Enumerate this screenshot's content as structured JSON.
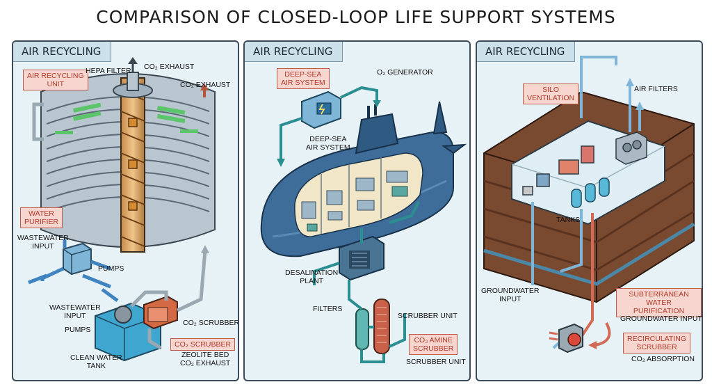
{
  "title": "COMPARISON OF CLOSED-LOOP LIFE SUPPORT SYSTEMS",
  "panels": [
    {
      "tab": "AIR RECYCLING",
      "labels": {
        "air_recycling_unit": "AIR RECYCLING\nUNIT",
        "hepa_filter": "HEPA FILTER",
        "co2_exhaust_top": "CO₂ EXHAUST",
        "co2_exhaust_right": "CO₂ EXHAUST",
        "water_purifier": "WATER\nPURIFIER",
        "wastewater_input_top": "WASTEWATER\nINPUT",
        "pumps_mid": "PUMPS",
        "wastewater_input_bottom": "WASTEWATER\nINPUT",
        "pumps_bottom": "PUMPS",
        "co2_scrubber_plain": "CO₂ SCRUBBER",
        "co2_scrubber_box": "CO₂ SCRUBBER",
        "clean_water_tank": "CLEAN WATER\nTANK",
        "zeolite_bed": "ZEOLITE BED\nCO₂ EXHAUST"
      }
    },
    {
      "tab": "AIR RECYCLING",
      "labels": {
        "deep_sea_box": "DEEP-SEA\nAIR SYSTEM",
        "o2_generator": "O₂ GENERATOR",
        "deep_sea_plain": "DEEP-SEA\nAIR SYSTEM",
        "desalination_plant": "DESALINATION\nPLANT",
        "filters": "FILTERS",
        "scrubber_unit_top": "SCRUBBER UNIT",
        "co2_amine_scrubber": "CO₂ AMINE\nSCRUBBER",
        "scrubber_unit_bottom": "SCRUBBER UNIT"
      }
    },
    {
      "tab": "AIR RECYCLING",
      "labels": {
        "silo_ventilation": "SILO\nVENTILATION",
        "air_filters": "AIR FILTERS",
        "tanks": "TANKS",
        "groundwater_input_left": "GROUNDWATER\nINPUT",
        "subterranean": "SUBTERRANEAN\nWATER PURIFICATION",
        "groundwater_input_right": "GROUNDWATER INPUT",
        "recirculating_scrubber": "RECIRCULATING\nSCRUBBER",
        "co2_absorption": "CO₂ ABSORPTION"
      }
    }
  ]
}
